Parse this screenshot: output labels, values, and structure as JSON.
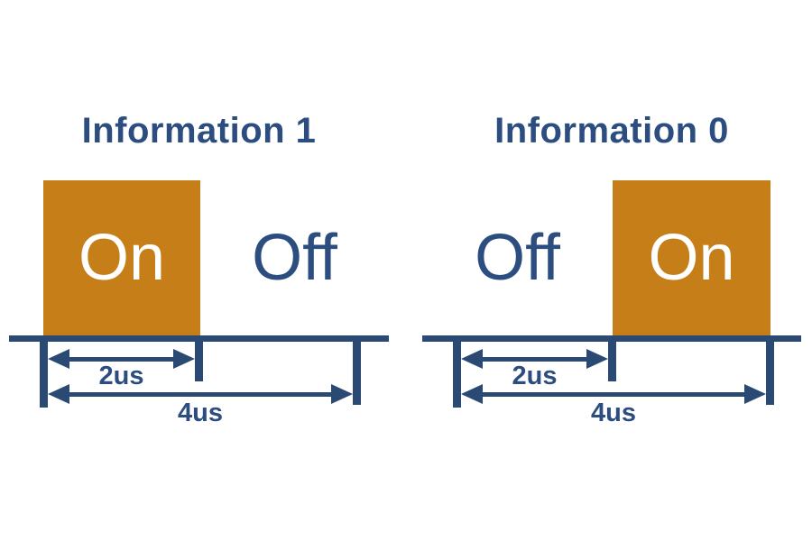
{
  "panels": [
    {
      "title": "Information 1",
      "on_label": "On",
      "off_label": "Off",
      "sequence": [
        "On",
        "Off"
      ],
      "short_dim_label": "2us",
      "long_dim_label": "4us"
    },
    {
      "title": "Information 0",
      "on_label": "On",
      "off_label": "Off",
      "sequence": [
        "Off",
        "On"
      ],
      "short_dim_label": "2us",
      "long_dim_label": "4us"
    }
  ],
  "colors": {
    "pulse_orange": "#C67E18",
    "navy_line": "#2B4A73",
    "navy_text": "#2C4D80",
    "on_text": "#FFFFFF",
    "background": "#FFFFFF"
  }
}
